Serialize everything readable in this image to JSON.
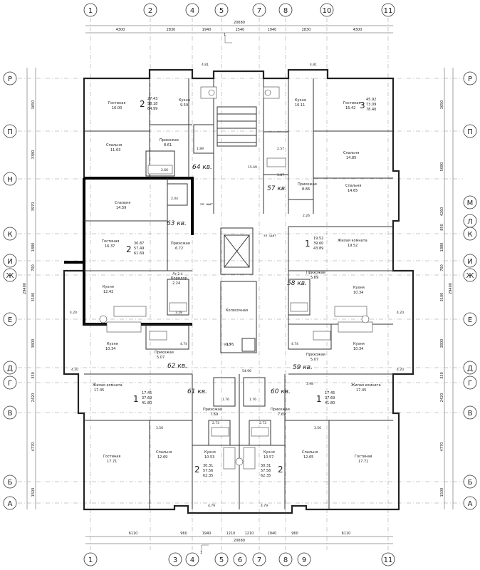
{
  "axes": {
    "top": [
      "1",
      "2",
      "4",
      "5",
      "7",
      "8",
      "10",
      "11"
    ],
    "bottom": [
      "1",
      "3",
      "4",
      "5",
      "6",
      "7",
      "8",
      "9",
      "11"
    ],
    "left": [
      "Р",
      "П",
      "Н",
      "К",
      "И",
      "Ж",
      "Е",
      "Д",
      "Г",
      "В",
      "Б",
      "А"
    ],
    "right": [
      "Р",
      "П",
      "М",
      "Л",
      "К",
      "И",
      "Ж",
      "Е",
      "Д",
      "Г",
      "В",
      "Б",
      "А"
    ]
  },
  "dims": {
    "top_total": "20680",
    "top_segments": [
      "4300",
      "2830",
      "1940",
      "2540",
      "1940",
      "2830",
      "4300"
    ],
    "bottom_total": "20680",
    "bottom_segments": [
      "6110",
      "960",
      "1940",
      "1210",
      "1210",
      "1940",
      "960",
      "6110"
    ],
    "left_total": "29400",
    "left_segments": [
      "3650",
      "3380",
      "3970",
      "1880",
      "700",
      "3100",
      "3800",
      "330",
      "2420",
      "4770",
      "1500"
    ],
    "right_total": "29400",
    "right_segments": [
      "3650",
      "5080",
      "4260",
      "850",
      "1880",
      "700",
      "3100",
      "3800",
      "330",
      "2420",
      "4770",
      "1500"
    ],
    "section_marks": [
      "1",
      "1"
    ],
    "inner": [
      "4.81",
      "4.81",
      "4.20",
      "4.20",
      "4.20",
      "4.20",
      "3.56",
      "3.56",
      "4.79",
      "4.79",
      "54.96",
      "9.16",
      "15.49",
      "2.26",
      "2.57",
      "3.87",
      "1.89",
      "2.66"
    ]
  },
  "apartments": [
    {
      "label": "64 кв.",
      "rooms": "2",
      "areas": [
        "27.43",
        "58.18",
        "64.99"
      ]
    },
    {
      "label": "57 кв.",
      "rooms": "3",
      "areas": [
        "45.92",
        "73.09",
        "78.40"
      ]
    },
    {
      "label": "63 кв.",
      "rooms": "2",
      "areas": [
        "30.87",
        "57.49",
        "61.69"
      ]
    },
    {
      "label": "58 кв.",
      "rooms": "1",
      "areas": [
        "19.52",
        "39.60",
        "43.89"
      ]
    },
    {
      "label": "62 кв.",
      "rooms": "1",
      "areas": [
        "17.45",
        "37.69",
        "41.80"
      ]
    },
    {
      "label": "59 кв.",
      "rooms": "1",
      "areas": [
        "17.45",
        "37.69",
        "41.80"
      ]
    },
    {
      "label": "61 кв.",
      "rooms": "2",
      "areas": [
        "30.31",
        "57.56",
        "62.35"
      ]
    },
    {
      "label": "60 кв.",
      "rooms": "2",
      "areas": [
        "30.31",
        "57.56",
        "62.35"
      ]
    }
  ],
  "rooms": [
    {
      "name": "Гостиная",
      "area": "16.00"
    },
    {
      "name": "Кухня",
      "area": "9.59"
    },
    {
      "name": "Прихожая",
      "area": "8.61"
    },
    {
      "name": "Спальня",
      "area": "11.63"
    },
    {
      "name": "Кухня",
      "area": "10.11"
    },
    {
      "name": "Гостиная",
      "area": "16.42"
    },
    {
      "name": "Спальня",
      "area": "14.85"
    },
    {
      "name": "Прихожая",
      "area": "8.86"
    },
    {
      "name": "Спальня",
      "area": "14.65"
    },
    {
      "name": "Спальня",
      "area": "14.59"
    },
    {
      "name": "Гостиная",
      "area": "16.37"
    },
    {
      "name": "Прихожая",
      "area": "6.72"
    },
    {
      "name": "Кухня",
      "area": "12.42"
    },
    {
      "name": "Коридор",
      "area": "2.24"
    },
    {
      "name": "Жилая комната",
      "area": "19.52"
    },
    {
      "name": "Прихожая",
      "area": "5.69"
    },
    {
      "name": "Кухня",
      "area": "10.34"
    },
    {
      "name": "Кухня",
      "area": "10.34"
    },
    {
      "name": "Кухня",
      "area": "10.34"
    },
    {
      "name": "Прихожая",
      "area": "5.07"
    },
    {
      "name": "Прихожая",
      "area": "5.07"
    },
    {
      "name": "Жилая комната",
      "area": "17.45"
    },
    {
      "name": "Жилая комната",
      "area": "17.45"
    },
    {
      "name": "Прихожая",
      "area": "7.69"
    },
    {
      "name": "Прихожая",
      "area": "7.69"
    },
    {
      "name": "Спальня",
      "area": "12.69"
    },
    {
      "name": "Спальня",
      "area": "12.65"
    },
    {
      "name": "Гостиная",
      "area": "17.71"
    },
    {
      "name": "Гостиная",
      "area": "17.71"
    },
    {
      "name": "Кухня",
      "area": "10.53"
    },
    {
      "name": "Кухня",
      "area": "10.57"
    },
    {
      "name": "Колясочная",
      "area": "9.76"
    }
  ],
  "small_areas": [
    "2.04",
    "3.28",
    "2.73",
    "2.73",
    "1.76",
    "1.76",
    "4.74",
    "4.74",
    "3.98"
  ],
  "notes": {
    "shaft_left": "эл. щит",
    "shaft_right": "эл. щит",
    "corridor_label": "Лт 2.4"
  }
}
